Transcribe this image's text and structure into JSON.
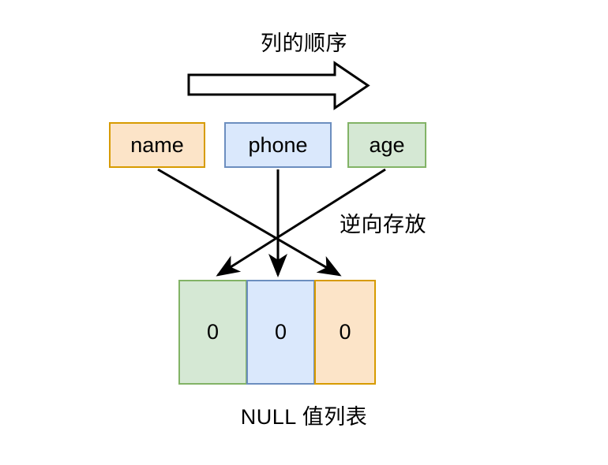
{
  "diagram": {
    "title": "列的顺序",
    "reverse_note": "逆向存放",
    "caption": "NULL 值列表",
    "big_arrow_name": "right-block-arrow",
    "colors": {
      "orange_fill": "#FCE4C8",
      "orange_border": "#D79B00",
      "blue_fill": "#DAE8FC",
      "blue_border": "#6C8EBF",
      "green_fill": "#D5E8D4",
      "green_border": "#82B366",
      "stroke": "#000000",
      "background": "#FFFFFF"
    },
    "columns": [
      {
        "label": "name",
        "fill": "#FCE4C8",
        "border": "#D79B00"
      },
      {
        "label": "phone",
        "fill": "#DAE8FC",
        "border": "#6C8EBF"
      },
      {
        "label": "age",
        "fill": "#D5E8D4",
        "border": "#82B366"
      }
    ],
    "null_list": [
      {
        "value": "0",
        "fill": "#D5E8D4",
        "border": "#82B366",
        "maps_to": "age"
      },
      {
        "value": "0",
        "fill": "#DAE8FC",
        "border": "#6C8EBF",
        "maps_to": "phone"
      },
      {
        "value": "0",
        "fill": "#FCE4C8",
        "border": "#D79B00",
        "maps_to": "name"
      }
    ],
    "mappings": [
      {
        "from": "name",
        "to": "null-cell-2"
      },
      {
        "from": "phone",
        "to": "null-cell-1"
      },
      {
        "from": "age",
        "to": "null-cell-0"
      }
    ]
  }
}
